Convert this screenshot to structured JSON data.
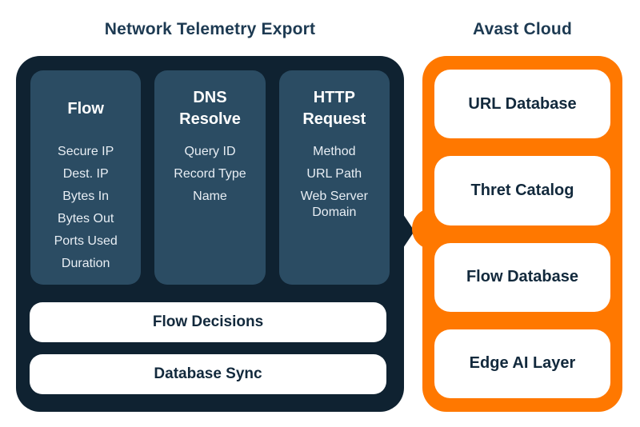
{
  "colors": {
    "background": "#ffffff",
    "navy": "#0f2231",
    "slate": "#2b4c63",
    "orange": "#ff7800",
    "ink": "#1d3a52",
    "label": "#12293c",
    "item_text": "#e8eef4"
  },
  "left_panel": {
    "title": "Network Telemetry Export",
    "columns": [
      {
        "title": "Flow",
        "items": [
          "Secure IP",
          "Dest. IP",
          "Bytes In",
          "Bytes Out",
          "Ports Used",
          "Duration"
        ]
      },
      {
        "title": "DNS Resolve",
        "items": [
          "Query ID",
          "Record Type",
          "Name"
        ]
      },
      {
        "title": "HTTP Request",
        "items": [
          "Method",
          "URL Path",
          "Web Server Domain"
        ]
      }
    ],
    "bars": [
      {
        "label": "Flow Decisions"
      },
      {
        "label": "Database Sync"
      }
    ]
  },
  "right_panel": {
    "title": "Avast Cloud",
    "boxes": [
      {
        "label": "URL Database"
      },
      {
        "label": "Thret Catalog"
      },
      {
        "label": "Flow Database"
      },
      {
        "label": "Edge AI Layer"
      }
    ]
  }
}
